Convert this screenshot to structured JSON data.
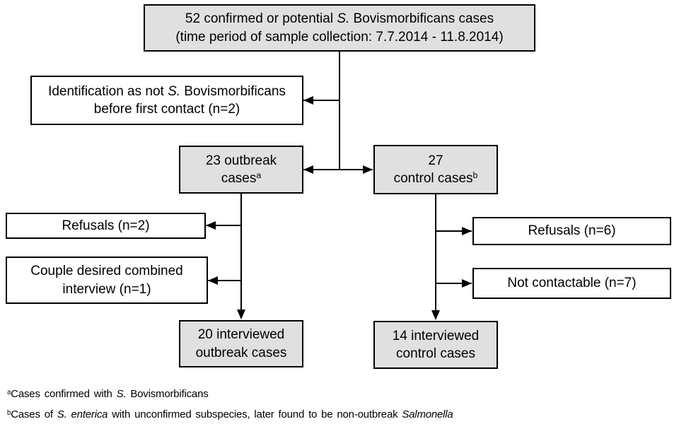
{
  "colors": {
    "box_fill_gray": "#e0e0e0",
    "box_fill_white": "#ffffff",
    "box_border": "#000000",
    "arrow": "#000000",
    "text": "#000000"
  },
  "boxes": {
    "total_cases": {
      "line1_pre": "52 confirmed or potential ",
      "line1_italic": "S.",
      "line1_post": " Bovismorbificans cases",
      "line2": "(time period of sample collection: 7.7.2014 - 11.8.2014)"
    },
    "excluded": {
      "line1_pre": "Identification as not ",
      "line1_italic": "S.",
      "line1_post": " Bovismorbificans",
      "line2": "before first contact (n=2)"
    },
    "outbreak": {
      "line1": "23 outbreak",
      "line2": "cases",
      "sup": "a"
    },
    "control": {
      "line1": "27",
      "line2": "control cases",
      "sup": "b"
    },
    "refusals_outbreak": {
      "line1": "Refusals (n=2)"
    },
    "couple": {
      "line1": "Couple desired combined",
      "line2": "interview (n=1)"
    },
    "refusals_control": {
      "line1": "Refusals (n=6)"
    },
    "not_contactable": {
      "line1": "Not contactable (n=7)"
    },
    "interviewed_outbreak": {
      "line1": "20 interviewed",
      "line2": "outbreak cases"
    },
    "interviewed_control": {
      "line1": "14 interviewed",
      "line2": "control cases"
    }
  },
  "footnotes": {
    "a": {
      "sup": "a",
      "pre": "Cases confirmed with ",
      "italic": "S.",
      "post": " Bovismorbificans"
    },
    "b": {
      "sup": "b",
      "pre": "Cases of ",
      "italic1": "S. enterica",
      "mid": " with unconfirmed subspecies, later found to be non-outbreak ",
      "italic2": "Salmonella"
    }
  },
  "edges": [
    {
      "from": "total_cases",
      "to": "excluded"
    },
    {
      "from": "total_cases",
      "to": "outbreak"
    },
    {
      "from": "total_cases",
      "to": "control"
    },
    {
      "from": "outbreak",
      "to": "refusals_outbreak"
    },
    {
      "from": "outbreak",
      "to": "couple"
    },
    {
      "from": "outbreak",
      "to": "interviewed_outbreak"
    },
    {
      "from": "control",
      "to": "refusals_control"
    },
    {
      "from": "control",
      "to": "not_contactable"
    },
    {
      "from": "control",
      "to": "interviewed_control"
    }
  ]
}
